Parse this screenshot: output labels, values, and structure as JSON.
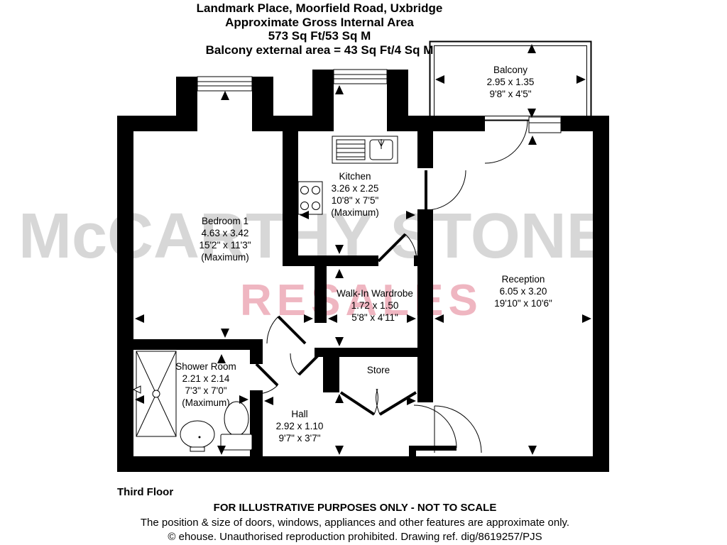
{
  "header": {
    "line1": "Landmark Place,  Moorfield Road, Uxbridge",
    "line2": "Approximate Gross Internal Area",
    "line3": "573 Sq Ft/53 Sq M",
    "line4": "Balcony external area = 43 Sq Ft/4 Sq M"
  },
  "watermark": {
    "brand": "McCARTHY STONE",
    "sub": "RESALES",
    "brand_color": "#d7d7d7",
    "sub_color": "#efb6c1"
  },
  "rooms": {
    "balcony": {
      "name": "Balcony",
      "metric": "2.95 x 1.35",
      "imperial": "9'8\" x 4'5\""
    },
    "kitchen": {
      "name": "Kitchen",
      "metric": "3.26 x 2.25",
      "imperial": "10'8\" x 7'5\"",
      "note": "(Maximum)"
    },
    "bedroom1": {
      "name": "Bedroom 1",
      "metric": "4.63 x 3.42",
      "imperial": "15'2\" x 11'3\"",
      "note": "(Maximum)"
    },
    "reception": {
      "name": "Reception",
      "metric": "6.05 x 3.20",
      "imperial": "19'10\" x 10'6\""
    },
    "wardrobe": {
      "name": "Walk-In Wardrobe",
      "metric": "1.72 x 1.50",
      "imperial": "5'8\" x 4'11\""
    },
    "shower": {
      "name": "Shower Room",
      "metric": "2.21 x 2.14",
      "imperial": "7'3\" x 7'0\"",
      "note": "(Maximum)"
    },
    "store": {
      "name": "Store"
    },
    "hall": {
      "name": "Hall",
      "metric": "2.92 x 1.10",
      "imperial": "9'7\" x 3'7\""
    }
  },
  "footer": {
    "floor_label": "Third Floor",
    "disclaimer1": "FOR ILLUSTRATIVE PURPOSES ONLY - NOT TO SCALE",
    "disclaimer2": "The position & size of doors, windows, appliances and other features are approximate only.",
    "disclaimer3": "© ehouse. Unauthorised reproduction prohibited. Drawing ref. dig/8619257/PJS"
  }
}
